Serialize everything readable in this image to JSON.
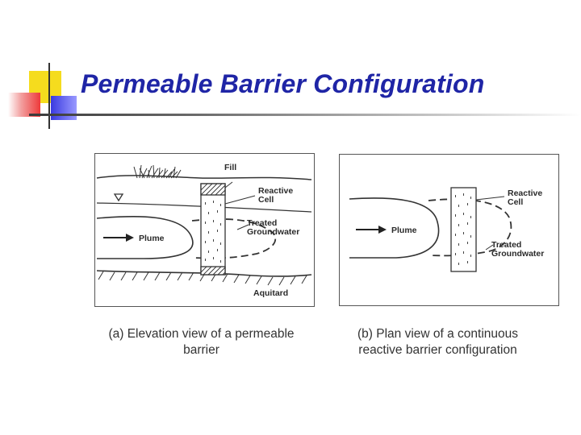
{
  "title": "Permeable Barrier Configuration",
  "colors": {
    "title": "#1f25a6",
    "accent_yellow": "#f5dc1e",
    "accent_red": "#ee3a3a",
    "accent_blue": "#3a3ae0"
  },
  "panel_a": {
    "labels": {
      "fill": "Fill",
      "reactive": "Reactive",
      "cell": "Cell",
      "treated": "Treated",
      "groundwater": "Groundwater",
      "plume": "Plume",
      "aquitard": "Aquitard"
    },
    "caption": {
      "line1": "(a) Elevation view of a permeable",
      "line2": "barrier"
    }
  },
  "panel_b": {
    "labels": {
      "reactive": "Reactive",
      "cell": "Cell",
      "plume": "Plume",
      "treated": "Treated",
      "groundwater": "Groundwater"
    },
    "caption": {
      "line1": "(b) Plan view of a continuous",
      "line2": "reactive barrier configuration"
    }
  }
}
